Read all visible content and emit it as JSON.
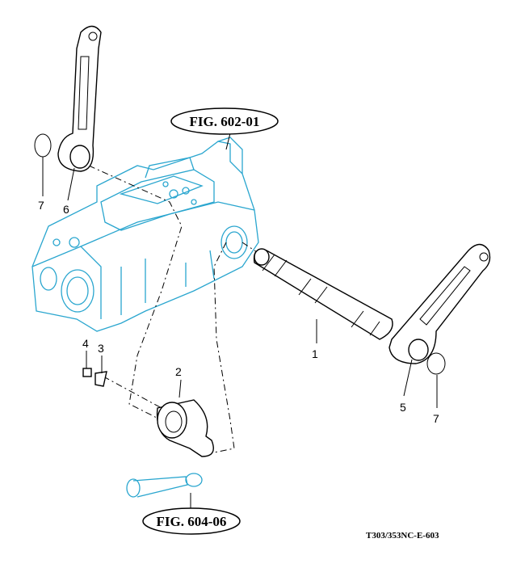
{
  "callouts": {
    "shaft": "1",
    "cam": "2",
    "washer": "3",
    "bolt": "4",
    "right_arm": "5",
    "left_arm": "6",
    "snap_ring_left": "7",
    "snap_ring_right": "7"
  },
  "references": {
    "top": "FIG. 602-01",
    "bottom": "FIG. 604-06"
  },
  "drawing_code": "T303/353NC-E-603",
  "colors": {
    "housing": "#2aa6cf",
    "lines": "#000000"
  }
}
